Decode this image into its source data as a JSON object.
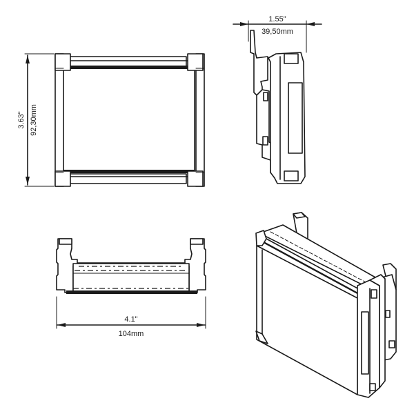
{
  "drawing": {
    "type": "enclosure-dimension-drawing",
    "views": {
      "front": {
        "label": "front-view",
        "height_dimension": {
          "inch": "3.63\"",
          "mm": "92,30mm"
        }
      },
      "side": {
        "label": "side-view",
        "depth_dimension": {
          "inch": "1.55\"",
          "mm": "39,50mm"
        }
      },
      "top": {
        "label": "top-view",
        "width_dimension": {
          "inch": "4.1\"",
          "mm": "104mm"
        }
      },
      "isometric": {
        "label": "isometric-view"
      }
    },
    "colors": {
      "line": "#1a1a1a",
      "background": "#ffffff"
    }
  }
}
